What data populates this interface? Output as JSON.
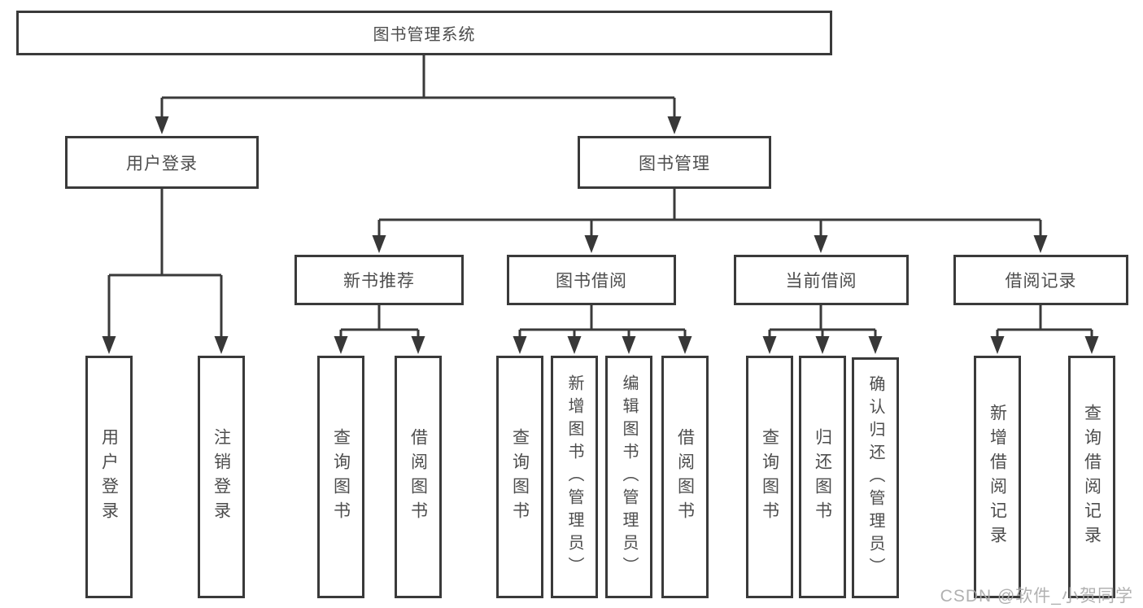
{
  "tree": {
    "root": {
      "label": "图书管理系统"
    },
    "branches": [
      {
        "label": "用户登录",
        "children": [
          "用户登录",
          "注销登录"
        ]
      },
      {
        "label": "图书管理",
        "sections": [
          {
            "label": "新书推荐",
            "children": [
              "查询图书",
              "借阅图书"
            ]
          },
          {
            "label": "图书借阅",
            "children": [
              "查询图书",
              "新增图书（管理员）",
              "编辑图书（管理员）",
              "借阅图书"
            ]
          },
          {
            "label": "当前借阅",
            "children": [
              "查询图书",
              "归还图书",
              "确认归还（管理员）"
            ]
          },
          {
            "label": "借阅记录",
            "children": [
              "新增借阅记录",
              "查询借阅记录"
            ]
          }
        ]
      }
    ]
  },
  "watermark": "CSDN @软件_小贺同学",
  "colors": {
    "line": "#3a3a3a",
    "border": "#3a3a3a",
    "text": "#4d4d4d",
    "background": "#ffffff",
    "watermark": "#a8a8a8"
  }
}
